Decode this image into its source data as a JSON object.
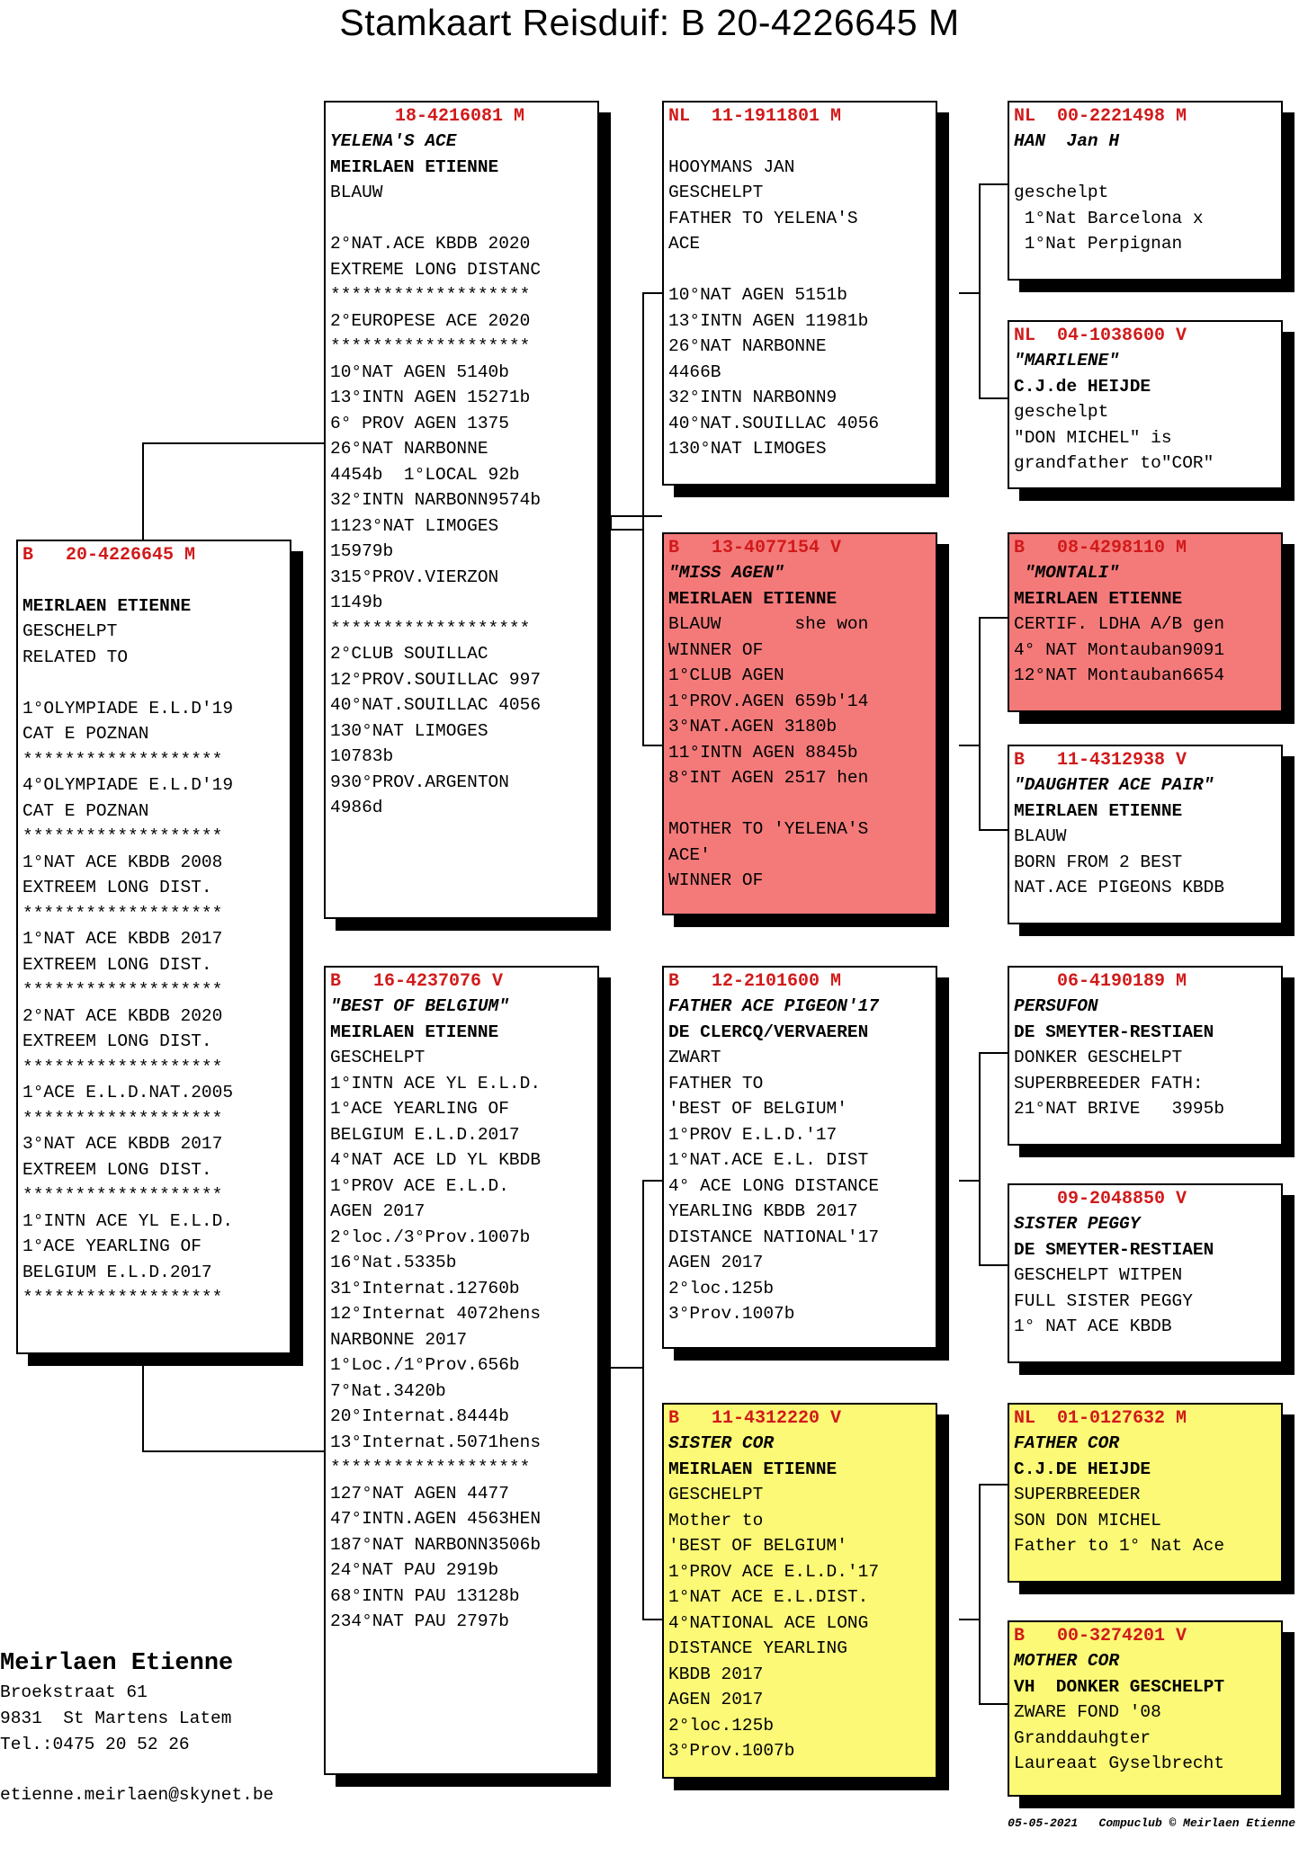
{
  "title": "Stamkaart Reisduif: B   20-4226645 M",
  "cards": [
    {
      "id": "subject",
      "header": "B   20-4226645 M",
      "lines": [
        {
          "t": ""
        },
        {
          "t": "MEIRLAEN ETIENNE",
          "s": "b"
        },
        {
          "t": "GESCHELPT"
        },
        {
          "t": "RELATED TO"
        },
        {
          "t": ""
        },
        {
          "t": "1°OLYMPIADE E.L.D'19"
        },
        {
          "t": "CAT E POZNAN"
        },
        {
          "t": "*******************"
        },
        {
          "t": "4°OLYMPIADE E.L.D'19"
        },
        {
          "t": "CAT E POZNAN"
        },
        {
          "t": "*******************"
        },
        {
          "t": "1°NAT ACE KBDB 2008"
        },
        {
          "t": "EXTREEM LONG DIST."
        },
        {
          "t": "*******************"
        },
        {
          "t": "1°NAT ACE KBDB 2017"
        },
        {
          "t": "EXTREEM LONG DIST."
        },
        {
          "t": "*******************"
        },
        {
          "t": "2°NAT ACE KBDB 2020"
        },
        {
          "t": "EXTREEM LONG DIST."
        },
        {
          "t": "*******************"
        },
        {
          "t": "1°ACE E.L.D.NAT.2005"
        },
        {
          "t": "*******************"
        },
        {
          "t": "3°NAT ACE KBDB 2017"
        },
        {
          "t": "EXTREEM LONG DIST."
        },
        {
          "t": "*******************"
        },
        {
          "t": "1°INTN ACE YL E.L.D."
        },
        {
          "t": "1°ACE YEARLING OF"
        },
        {
          "t": "BELGIUM E.L.D.2017"
        },
        {
          "t": "*******************"
        }
      ]
    },
    {
      "id": "father",
      "header": "      18-4216081 M",
      "lines": [
        {
          "t": "YELENA'S ACE",
          "s": "bi"
        },
        {
          "t": "MEIRLAEN ETIENNE",
          "s": "b"
        },
        {
          "t": "BLAUW"
        },
        {
          "t": ""
        },
        {
          "t": "2°NAT.ACE KBDB 2020"
        },
        {
          "t": "EXTREME LONG DISTANC"
        },
        {
          "t": "*******************"
        },
        {
          "t": "2°EUROPESE ACE 2020"
        },
        {
          "t": "*******************"
        },
        {
          "t": "10°NAT AGEN 5140b"
        },
        {
          "t": "13°INTN AGEN 15271b"
        },
        {
          "t": "6° PROV AGEN 1375"
        },
        {
          "t": "26°NAT NARBONNE"
        },
        {
          "t": "4454b  1°LOCAL 92b"
        },
        {
          "t": "32°INTN NARBONN9574b"
        },
        {
          "t": "1123°NAT LIMOGES"
        },
        {
          "t": "15979b"
        },
        {
          "t": "315°PROV.VIERZON"
        },
        {
          "t": "1149b"
        },
        {
          "t": "*******************"
        },
        {
          "t": "2°CLUB SOUILLAC"
        },
        {
          "t": "12°PROV.SOUILLAC 997"
        },
        {
          "t": "40°NAT.SOUILLAC 4056"
        },
        {
          "t": "130°NAT LIMOGES"
        },
        {
          "t": "10783b"
        },
        {
          "t": "930°PROV.ARGENTON"
        },
        {
          "t": "4986d"
        }
      ]
    },
    {
      "id": "mother",
      "header": "B   16-4237076 V",
      "lines": [
        {
          "t": "\"BEST OF BELGIUM\"",
          "s": "bi"
        },
        {
          "t": "MEIRLAEN ETIENNE",
          "s": "b"
        },
        {
          "t": "GESCHELPT"
        },
        {
          "t": "1°INTN ACE YL E.L.D."
        },
        {
          "t": "1°ACE YEARLING OF"
        },
        {
          "t": "BELGIUM E.L.D.2017"
        },
        {
          "t": "4°NAT ACE LD YL KBDB"
        },
        {
          "t": "1°PROV ACE E.L.D."
        },
        {
          "t": "AGEN 2017"
        },
        {
          "t": "2°loc./3°Prov.1007b"
        },
        {
          "t": "16°Nat.5335b"
        },
        {
          "t": "31°Internat.12760b"
        },
        {
          "t": "12°Internat 4072hens"
        },
        {
          "t": "NARBONNE 2017"
        },
        {
          "t": "1°Loc./1°Prov.656b"
        },
        {
          "t": "7°Nat.3420b"
        },
        {
          "t": "20°Internat.8444b"
        },
        {
          "t": "13°Internat.5071hens"
        },
        {
          "t": "*******************"
        },
        {
          "t": "127°NAT AGEN 4477"
        },
        {
          "t": "47°INTN.AGEN 4563HEN"
        },
        {
          "t": "187°NAT NARBONN3506b"
        },
        {
          "t": "24°NAT PAU 2919b"
        },
        {
          "t": "68°INTN PAU 13128b"
        },
        {
          "t": "234°NAT PAU 2797b"
        }
      ]
    },
    {
      "id": "ff",
      "header": "NL  11-1911801 M",
      "lines": [
        {
          "t": ""
        },
        {
          "t": "HOOYMANS JAN"
        },
        {
          "t": "GESCHELPT"
        },
        {
          "t": "FATHER TO YELENA'S"
        },
        {
          "t": "ACE"
        },
        {
          "t": ""
        },
        {
          "t": "10°NAT AGEN 5151b"
        },
        {
          "t": "13°INTN AGEN 11981b"
        },
        {
          "t": "26°NAT NARBONNE"
        },
        {
          "t": "4466B"
        },
        {
          "t": "32°INTN NARBONN9"
        },
        {
          "t": "40°NAT.SOUILLAC 4056"
        },
        {
          "t": "130°NAT LIMOGES"
        }
      ]
    },
    {
      "id": "fm",
      "header": "B   13-4077154 V",
      "lines": [
        {
          "t": "\"MISS AGEN\"",
          "s": "bi"
        },
        {
          "t": "MEIRLAEN ETIENNE",
          "s": "b"
        },
        {
          "t": "BLAUW       she won"
        },
        {
          "t": "WINNER OF"
        },
        {
          "t": "1°CLUB AGEN"
        },
        {
          "t": "1°PROV.AGEN 659b'14"
        },
        {
          "t": "3°NAT.AGEN 3180b"
        },
        {
          "t": "11°INTN AGEN 8845b"
        },
        {
          "t": "8°INT AGEN 2517 hen"
        },
        {
          "t": ""
        },
        {
          "t": "MOTHER TO 'YELENA'S"
        },
        {
          "t": "ACE'"
        },
        {
          "t": "WINNER OF"
        }
      ]
    },
    {
      "id": "mf",
      "header": "B   12-2101600 M",
      "lines": [
        {
          "t": "FATHER ACE PIGEON'17",
          "s": "bi"
        },
        {
          "t": "DE CLERCQ/VERVAEREN",
          "s": "b"
        },
        {
          "t": "ZWART"
        },
        {
          "t": "FATHER TO"
        },
        {
          "t": "'BEST OF BELGIUM'"
        },
        {
          "t": "1°PROV E.L.D.'17"
        },
        {
          "t": "1°NAT.ACE E.L. DIST"
        },
        {
          "t": "4° ACE LONG DISTANCE"
        },
        {
          "t": "YEARLING KBDB 2017"
        },
        {
          "t": "DISTANCE NATIONAL'17"
        },
        {
          "t": "AGEN 2017"
        },
        {
          "t": "2°loc.125b"
        },
        {
          "t": "3°Prov.1007b"
        }
      ]
    },
    {
      "id": "mm",
      "header": "B   11-4312220 V",
      "lines": [
        {
          "t": "SISTER COR",
          "s": "bi"
        },
        {
          "t": "MEIRLAEN ETIENNE",
          "s": "b"
        },
        {
          "t": "GESCHELPT"
        },
        {
          "t": "Mother to"
        },
        {
          "t": "'BEST OF BELGIUM'"
        },
        {
          "t": "1°PROV ACE E.L.D.'17"
        },
        {
          "t": "1°NAT ACE E.L.DIST."
        },
        {
          "t": "4°NATIONAL ACE LONG"
        },
        {
          "t": "DISTANCE YEARLING"
        },
        {
          "t": "KBDB 2017"
        },
        {
          "t": "AGEN 2017"
        },
        {
          "t": "2°loc.125b"
        },
        {
          "t": "3°Prov.1007b"
        }
      ]
    },
    {
      "id": "fff",
      "header": "NL  00-2221498 M",
      "lines": [
        {
          "t": "HAN  Jan H",
          "s": "bi"
        },
        {
          "t": ""
        },
        {
          "t": "geschelpt"
        },
        {
          "t": " 1°Nat Barcelona x"
        },
        {
          "t": " 1°Nat Perpignan"
        }
      ]
    },
    {
      "id": "ffm",
      "header": "NL  04-1038600 V",
      "lines": [
        {
          "t": "\"MARILENE\"",
          "s": "bi"
        },
        {
          "t": "C.J.de HEIJDE",
          "s": "b"
        },
        {
          "t": "geschelpt"
        },
        {
          "t": "\"DON MICHEL\" is"
        },
        {
          "t": "grandfather to\"COR\""
        }
      ]
    },
    {
      "id": "fmf",
      "header": "B   08-4298110 M",
      "lines": [
        {
          "t": " \"MONTALI\"",
          "s": "bi"
        },
        {
          "t": "MEIRLAEN ETIENNE",
          "s": "b"
        },
        {
          "t": "CERTIF. LDHA A/B gen"
        },
        {
          "t": "4° NAT Montauban9091"
        },
        {
          "t": "12°NAT Montauban6654"
        }
      ]
    },
    {
      "id": "fmm",
      "header": "B   11-4312938 V",
      "lines": [
        {
          "t": "\"DAUGHTER ACE PAIR\"",
          "s": "bi"
        },
        {
          "t": "MEIRLAEN ETIENNE",
          "s": "b"
        },
        {
          "t": "BLAUW"
        },
        {
          "t": "BORN FROM 2 BEST"
        },
        {
          "t": "NAT.ACE PIGEONS KBDB"
        }
      ]
    },
    {
      "id": "mff",
      "header": "    06-4190189 M",
      "lines": [
        {
          "t": "PERSUFON",
          "s": "bi"
        },
        {
          "t": "DE SMEYTER-RESTIAEN",
          "s": "b"
        },
        {
          "t": "DONKER GESCHELPT"
        },
        {
          "t": "SUPERBREEDER FATH:"
        },
        {
          "t": "21°NAT BRIVE   3995b"
        }
      ]
    },
    {
      "id": "mfm",
      "header": "    09-2048850 V",
      "lines": [
        {
          "t": "SISTER PEGGY",
          "s": "bi"
        },
        {
          "t": "DE SMEYTER-RESTIAEN",
          "s": "b"
        },
        {
          "t": "GESCHELPT WITPEN"
        },
        {
          "t": "FULL SISTER PEGGY"
        },
        {
          "t": "1° NAT ACE KBDB"
        }
      ]
    },
    {
      "id": "mmf",
      "header": "NL  01-0127632 M",
      "lines": [
        {
          "t": "FATHER COR",
          "s": "bi"
        },
        {
          "t": "C.J.DE HEIJDE",
          "s": "b"
        },
        {
          "t": "SUPERBREEDER"
        },
        {
          "t": "SON DON MICHEL"
        },
        {
          "t": "Father to 1° Nat Ace"
        }
      ]
    },
    {
      "id": "mmm",
      "header": "B   00-3274201 V",
      "lines": [
        {
          "t": "MOTHER COR",
          "s": "bi"
        },
        {
          "t": "VH  DONKER GESCHELPT",
          "s": "b"
        },
        {
          "t": "ZWARE FOND '08"
        },
        {
          "t": "Granddauhgter"
        },
        {
          "t": "Laureaat Gyselbrecht"
        }
      ]
    }
  ],
  "owner": {
    "name": "Meirlaen Etienne",
    "street": "Broekstraat 61",
    "city": "9831  St Martens Latem",
    "phone": "Tel.:0475 20 52 26",
    "email": "etienne.meirlaen@skynet.be"
  },
  "footer": "05-05-2021   Compuclub © Meirlaen Etienne",
  "colors": {
    "header_red": "#d11a1a",
    "pink_card": "#f47a7a",
    "yellow_card": "#fbf976"
  }
}
